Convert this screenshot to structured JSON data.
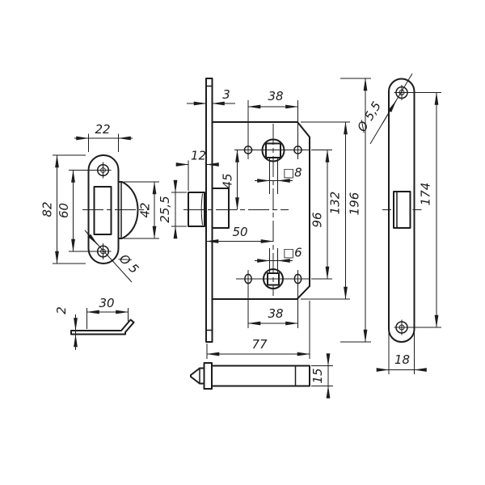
{
  "drawing": {
    "kind": "technical dimension drawing",
    "subject": "mortise latch lock set: strike plate, lock body and faceplate",
    "line_color": "#1c1c1c",
    "background_color": "#ffffff"
  },
  "views": {
    "strike_plate_front": {
      "dim_width": "22",
      "dim_height": "82",
      "dim_screw_spacing": "60",
      "dim_lip_height": "42",
      "dim_screw_hole": "Ø 5"
    },
    "strike_plate_side": {
      "dim_length": "30",
      "dim_thickness": "2"
    },
    "lock_body_side": {
      "dim_faceplate_thickness": "3",
      "dim_top_hole_spacing": "38",
      "dim_latch_protrusion": "12",
      "dim_spindle_to_latch": "45",
      "dim_latch_height": "25,5",
      "dim_spindle_square": "□8",
      "dim_backset": "50",
      "dim_wc_square": "□6",
      "dim_spindle_centers": "96",
      "dim_body_height": "132",
      "dim_faceplate_height": "196",
      "dim_bottom_hole_spacing": "38",
      "dim_body_width": "77"
    },
    "lock_body_bottom": {
      "dim_case_thickness": "15"
    },
    "faceplate_front": {
      "dim_screw_hole": "Ø 5,5",
      "dim_screw_spacing": "174",
      "dim_width": "18"
    }
  }
}
